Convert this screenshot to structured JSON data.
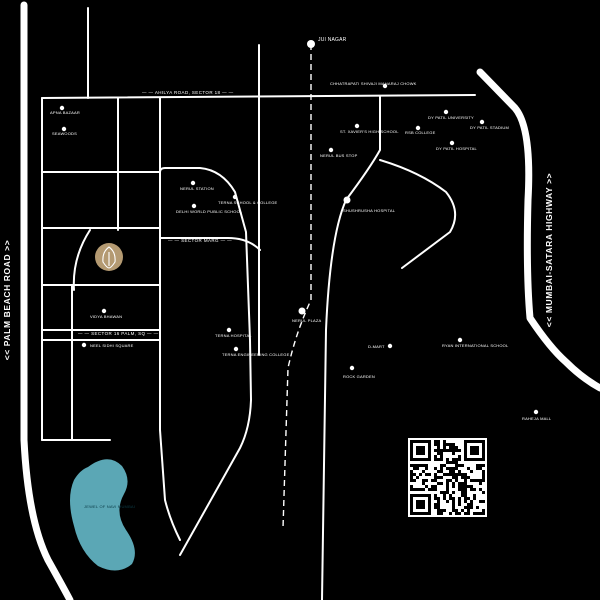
{
  "highways": {
    "left": "<< PALM BEACH ROAD >>",
    "right": "<< MUMBAI-SATARA HIGHWAY >>"
  },
  "roads": {
    "top": "— — AHILYA ROAD, SECTOR 18 — —",
    "mid": "— — SECTOR MARG — —",
    "lower": "— — SECTOR 16 PALM, SQ — —"
  },
  "landmarks": {
    "jui_nagar": "JUI NAGAR",
    "chhatrapati": "CHHATRAPATI SHIVAJI MAHARAJ CHOWK",
    "dy_patil_univ": "DY PATIL UNIVERSITY",
    "dy_patil_stadium": "DY PATIL STADIUM",
    "st_xaviers": "ST. XAVIER'S HIGH SCHOOL",
    "rsb_college": "RSB COLLEGE",
    "dy_patil_hospital": "DY PATIL HOSPITAL",
    "nerul_bus": "NERUL BUS STOP",
    "shushrusha": "SHUSHRUSHA HOSPITAL",
    "seawoods": "SEAWOODS",
    "apna_bazar": "APNA BAZAAR",
    "nerul_station": "NERUL STATION",
    "terna_college": "TERNA SCHOOL & COLLEGE",
    "delhi_world": "DELHI WORLD PUBLIC SCHOOL",
    "vidya_bhawan": "VIDYA BHAWAN",
    "neel_sidhi": "NEEL SIDHI SQUARE",
    "terna_hospital": "TERNA HOSPITAL",
    "terna_eng": "TERNA ENGINEERING COLLEGE",
    "nerul_plaza": "NERUL PLAZA",
    "d_mart": "D-MART",
    "ryan_school": "RYAN INTERNATIONAL SCHOOL",
    "rock_garden": "ROCK GARDEN",
    "raheja": "RAHEJA MALL",
    "lake": "JEWEL OF NAVI MUMBAI"
  },
  "colors": {
    "background": "#000000",
    "roads": "#ffffff",
    "lake": "#5ba7b5",
    "project_marker": "#b49a72"
  },
  "icons": {
    "project": "project-logo-icon",
    "qr": "qr-code-icon"
  }
}
